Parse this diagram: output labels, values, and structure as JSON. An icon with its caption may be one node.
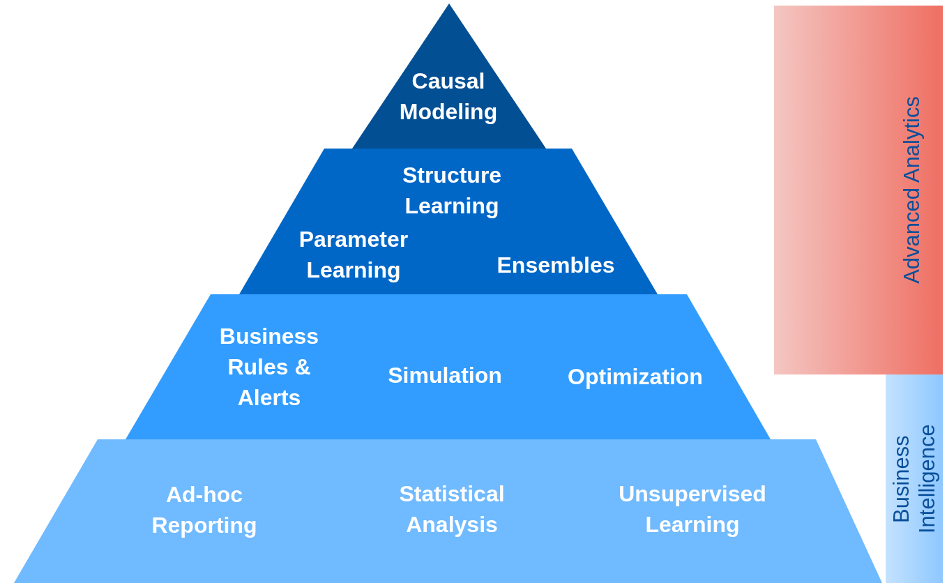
{
  "diagram": {
    "nodes": [
      {
        "text": [],
        "shape": "triangle"
      },
      {
        "text": [
          "Causal Modeling"
        ],
        "in": 0
      },
      {
        "text": [],
        "shape": "trapezoid"
      },
      {
        "text": [
          "Structure Learning"
        ],
        "in": 2
      },
      {
        "text": [
          "Parameter Learning"
        ],
        "in": 2
      },
      {
        "text": [
          "Ensembles"
        ],
        "in": 2
      },
      {
        "text": [],
        "shape": "trapezoid"
      },
      {
        "text": [
          "Business Rules & Alerts"
        ],
        "in": 6
      },
      {
        "text": [
          "Simulation"
        ],
        "in": 6
      },
      {
        "text": [
          "Optimization"
        ],
        "in": 6
      },
      {
        "text": [],
        "shape": "trapezoid"
      },
      {
        "text": [
          "Ad-hoc Reporting"
        ],
        "in": 10
      },
      {
        "text": [
          "Statistical Analysis"
        ],
        "in": 10
      },
      {
        "text": [
          "Unsupervised Learning"
        ],
        "in": 10
      },
      {
        "text": [
          "Advanced Analytics"
        ]
      },
      {
        "text": [
          "Business Intelligence"
        ]
      }
    ],
    "edges": []
  }
}
